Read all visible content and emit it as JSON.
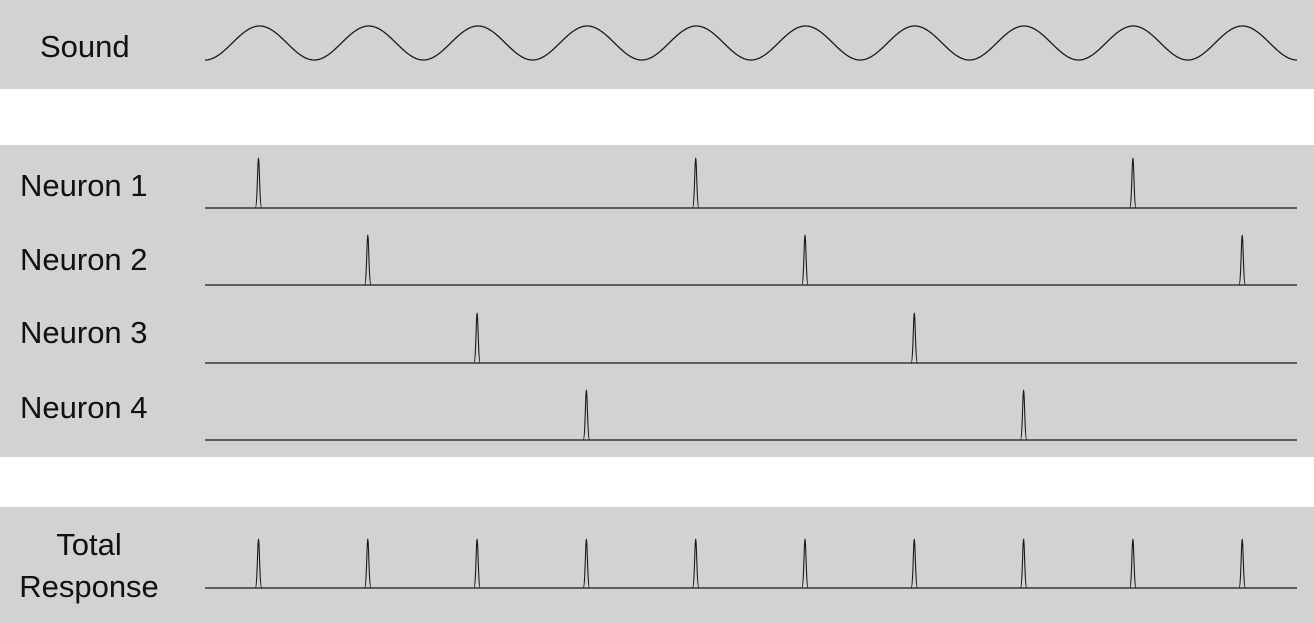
{
  "sound": {
    "label": "Sound",
    "cycles": 10
  },
  "neurons": [
    {
      "label": "Neuron 1",
      "spike_cycles": [
        1,
        5,
        9
      ]
    },
    {
      "label": "Neuron 2",
      "spike_cycles": [
        2,
        6,
        10
      ]
    },
    {
      "label": "Neuron 3",
      "spike_cycles": [
        3,
        7
      ]
    },
    {
      "label": "Neuron 4",
      "spike_cycles": [
        4,
        8
      ]
    }
  ],
  "total": {
    "label_line1": "Total",
    "label_line2": "Response",
    "spike_cycles": [
      1,
      2,
      3,
      4,
      5,
      6,
      7,
      8,
      9,
      10
    ]
  },
  "colors": {
    "band": "#d1d2d4",
    "trace": "#1a1a1a",
    "background": "#ffffff"
  }
}
